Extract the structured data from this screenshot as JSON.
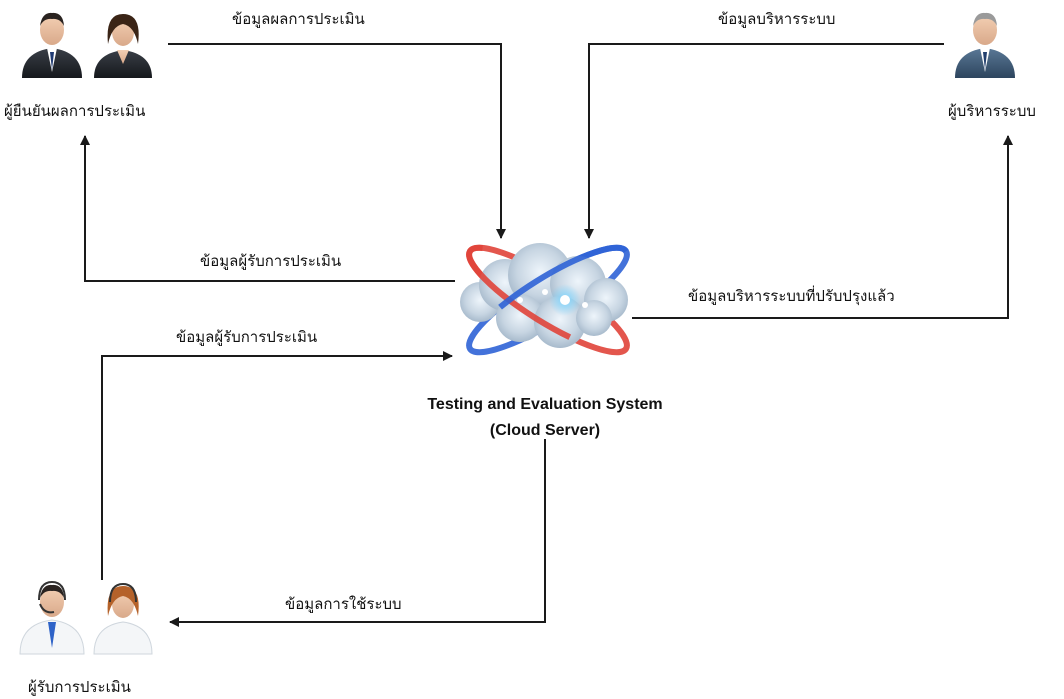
{
  "system": {
    "line1": "Testing and Evaluation System",
    "line2": "(Cloud Server)"
  },
  "actors": {
    "verifier": {
      "label": "ผู้ยืนยันผลการประเมิน",
      "icon": "business-people-icon"
    },
    "admin": {
      "label": "ผู้บริหารระบบ",
      "icon": "businessman-icon"
    },
    "assessee": {
      "label": "ผู้รับการประเมิน",
      "icon": "call-center-people-icon"
    }
  },
  "flows": {
    "verifier_to_system": "ข้อมูลผลการประเมิน",
    "admin_to_system": "ข้อมูลบริหารระบบ",
    "system_to_verifier": "ข้อมูลผู้รับการประเมิน",
    "system_to_admin": "ข้อมูลบริหารระบบที่ปรับปรุงแล้ว",
    "assessee_to_system": "ข้อมูลผู้รับการประเมิน",
    "system_to_assessee": "ข้อมูลการใช้ระบบ"
  },
  "colors": {
    "line": "#1a1a1a",
    "orbit_red": "#e0443a",
    "orbit_blue": "#2f63d6",
    "cloud": "#c9d6e3"
  }
}
